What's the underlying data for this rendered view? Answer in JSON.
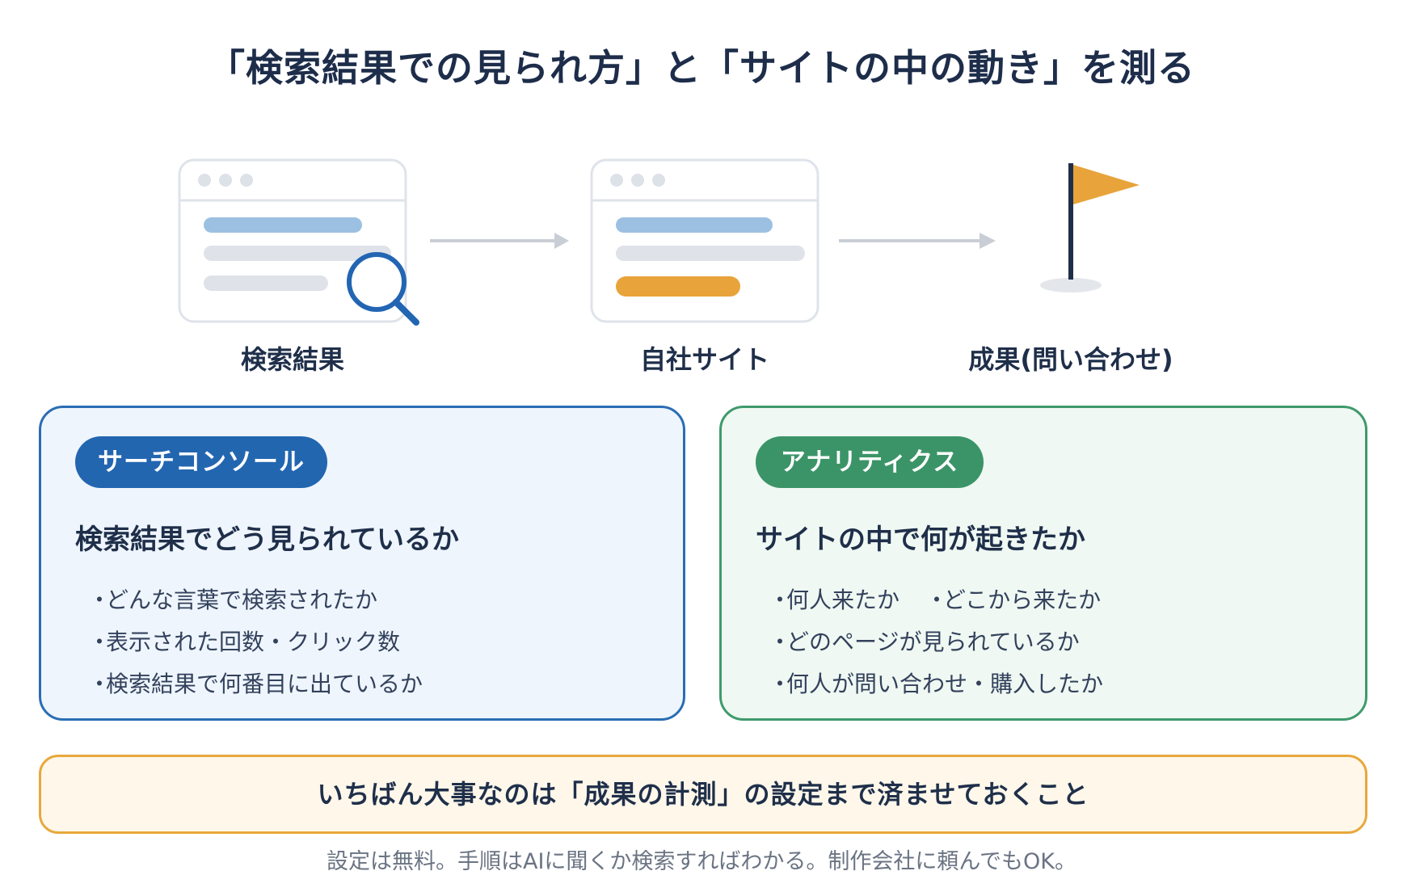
{
  "title": "「検索結果での見られ方」と「サイトの中の動き」を測る",
  "flow": {
    "steps": [
      {
        "label": "検索結果"
      },
      {
        "label": "自社サイト"
      },
      {
        "label": "成果(問い合わせ)"
      }
    ],
    "colors": {
      "browser_border": "#dfe3ea",
      "dot": "#dde1e8",
      "bar_blue": "#9cc0e2",
      "bar_gray": "#dfe2e8",
      "bar_orange": "#e8a33a",
      "magnifier": "#2265b2",
      "arrow": "#c9ced6",
      "flag": "#e8a33a",
      "pole": "#1f2f4a"
    }
  },
  "panels": {
    "search_console": {
      "badge": "サーチコンソール",
      "heading": "検索結果でどう見られているか",
      "bullets": [
        "どんな言葉で検索されたか",
        "表示された回数・クリック数",
        "検索結果で何番目に出ているか"
      ],
      "accent": "#2266b0"
    },
    "analytics": {
      "badge": "アナリティクス",
      "heading": "サイトの中で何が起きたか",
      "bullets_row1_a": "何人来たか",
      "bullets_row1_b": "どこから来たか",
      "bullets": [
        "どのページが見られているか",
        "何人が問い合わせ・購入したか"
      ],
      "accent": "#3b9467"
    }
  },
  "banner": "いちばん大事なのは「成果の計測」の設定まで済ませておくこと",
  "note": "設定は無料。手順はAIに聞くか検索すればわかる。制作会社に頼んでもOK。",
  "bullet_symbol": "・"
}
